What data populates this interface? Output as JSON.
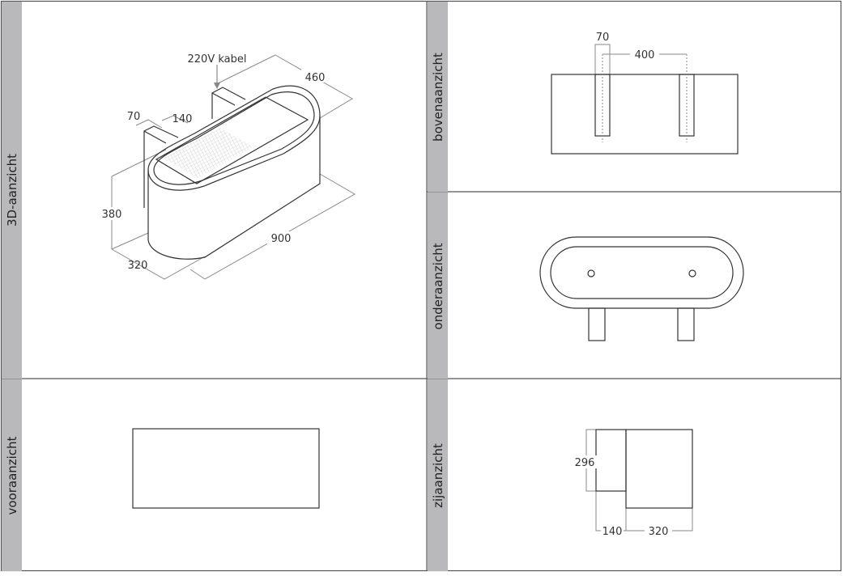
{
  "views": {
    "iso": "3D-aanzicht",
    "top": "bovenaanzicht",
    "bottom": "onderaanzicht",
    "front": "vooraanzicht",
    "side": "zijaanzicht"
  },
  "iso_dims": {
    "cable": "220V kabel",
    "depth_total": "460",
    "bracket_w": "70",
    "bracket_d": "140",
    "height": "380",
    "depth": "320",
    "width": "900"
  },
  "top_dims": {
    "bracket_w": "70",
    "spacing": "400"
  },
  "side_dims": {
    "bracket_h": "296",
    "bracket_d": "140",
    "depth": "320"
  },
  "colors": {
    "strip": "#b9b9bb",
    "line": "#333333",
    "dim_line": "#8a8a8a"
  }
}
